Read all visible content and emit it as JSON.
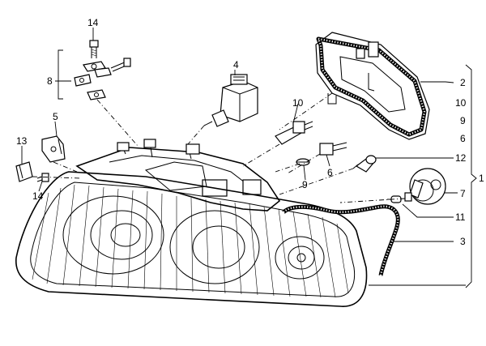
{
  "callouts": {
    "c14_top": "14",
    "c8": "8",
    "c4": "4",
    "c2": "2",
    "c10_right": "10",
    "c9_right": "9",
    "c6_right": "6",
    "c10": "10",
    "c5": "5",
    "c13": "13",
    "c14_bottom": "14",
    "c6": "6",
    "c9": "9",
    "c12": "12",
    "c1": "1",
    "c7": "7",
    "c11": "11",
    "c3": "3"
  }
}
